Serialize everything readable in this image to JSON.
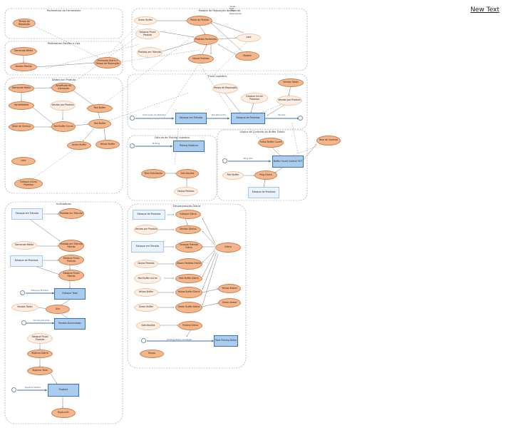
{
  "new_text": "New Text",
  "notes": [
    "Versão",
    "Data",
    "Autor",
    "Observações"
  ],
  "groups": [
    {
      "id": "g1",
      "title": "Parâmetros do Fornecedor"
    },
    {
      "id": "g2",
      "title": "Parâmetros Padrão e Loja"
    },
    {
      "id": "g3",
      "title": "Dados por Produto"
    },
    {
      "id": "g4",
      "title": "Modelo de Reposição de Produto"
    },
    {
      "id": "g5",
      "title": "Fluxo Logístico"
    },
    {
      "id": "g6",
      "title": "Cálculo de Picking Logístico"
    },
    {
      "id": "g7",
      "title": "Lógica de Controle do Buffer Diário"
    },
    {
      "id": "g8",
      "title": "Indicadores"
    },
    {
      "id": "g9",
      "title": "Decomposição Diária"
    }
  ],
  "nodes": {
    "n1": "Tempo de Reposição",
    "n2": "Demanda Média",
    "n3": "Vendas Padrão",
    "n4": "Demanda Diária e Tempo de Reposição",
    "n5": "Demanda Média",
    "n6": "Amplitude da Demanda",
    "n7": "Variabilidade",
    "n8": "Vendas por Produto",
    "n9": "Red Buffer",
    "n10": "Nível de Serviço",
    "n11": "Red Buffer Inicial",
    "n12": "Red Buffer",
    "n13": "Green Buffer",
    "n14": "Yellow Buffer",
    "n15": "Lote",
    "n16": "Estoque Inicial Produtos",
    "n17": "Green Buffer",
    "n18": "Ponto de Pedido",
    "n19": "Estoque Físico Produto",
    "n20": "Pedidos Pendentes",
    "n21": "Lote",
    "n22": "Pedidos em Trânsito",
    "n23": "Novos Pedidos",
    "n24": "Modelo",
    "n25": "Tempo de Reposição",
    "n26": "Estoque Inicial Produtos",
    "n27": "Vendas Totais",
    "n28": "Vendas por Produto",
    "b1": "Estoque em Trânsito",
    "b2": "Estoque de Produtos",
    "b3": "Picking Histórico",
    "n29": "Total Solicitação",
    "n30": "Solicitações",
    "n31": "Novos Pedidos",
    "n32": "Initial Buffer Count",
    "n33": "Fase de Controle",
    "b4": "Buffer Count Control OUT",
    "n34": "Red Buffer",
    "n35": "Ping Check",
    "b5": "Estoque de Produtos",
    "b6": "Estoque em Trânsito",
    "n36": "Pedidos em Trânsito",
    "n37": "Demanda Média",
    "n38": "Pedidos em Trânsito Padrão",
    "b7": "Estoque de Produtos",
    "n39": "Estoque Físico Produto",
    "n40": "Estoque Físico Padrão",
    "b8": "Estoque Total",
    "n41": "Vendas Totais",
    "n42": "Giro",
    "b9": "Vendas Acumuladas",
    "n43": "Estoque Físico Produto",
    "n44": "Ruptura Diária",
    "n45": "Ruptura Total",
    "b10": "Ruptura",
    "n46": "Ruptura%",
    "b11": "Estoque de Produtos",
    "n47": "Estoque Diário",
    "n48": "Vendas por Produto",
    "n49": "Vendas Diárias",
    "b12": "Estoque em Trânsito",
    "n50": "Estoque Trânsito Diário",
    "n51": "Diário",
    "n52": "Novos Pedidos",
    "n53": "Novos Pedidos Diário",
    "n54": "Red Buffer Inicial",
    "n55": "Red Buffer Diário",
    "n56": "Yellow Buffer",
    "n57": "Yellow Buffer Diário",
    "n58": "Yellow Ahead",
    "n59": "Green Buffer",
    "n60": "Green Buffer Diário",
    "n61": "Green Ahead",
    "n62": "Solicitações",
    "n63": "Picking Diário",
    "b13": "Total Picking Diário",
    "n64": "Tempo"
  },
  "flows": {
    "f1": "Colocação de Pedidos",
    "f2": "Recebimento",
    "f3": "Vendas",
    "f4": "Picking",
    "f5": "Ping Out",
    "f6": "Estoque Produto",
    "f7": "Vendas Produto",
    "f8": "Ruptura Diária",
    "f9": "Picking Diário Contador"
  },
  "colors": {
    "aux_fill": "#f5b58b",
    "shadow_fill": "#fdeee4",
    "stock_fill": "#a9ccef",
    "shadow_stock_fill": "#eaf3fc",
    "connector": "#7a7a7a",
    "flow": "#3d72b0",
    "group_border": "#9a9a9a"
  }
}
